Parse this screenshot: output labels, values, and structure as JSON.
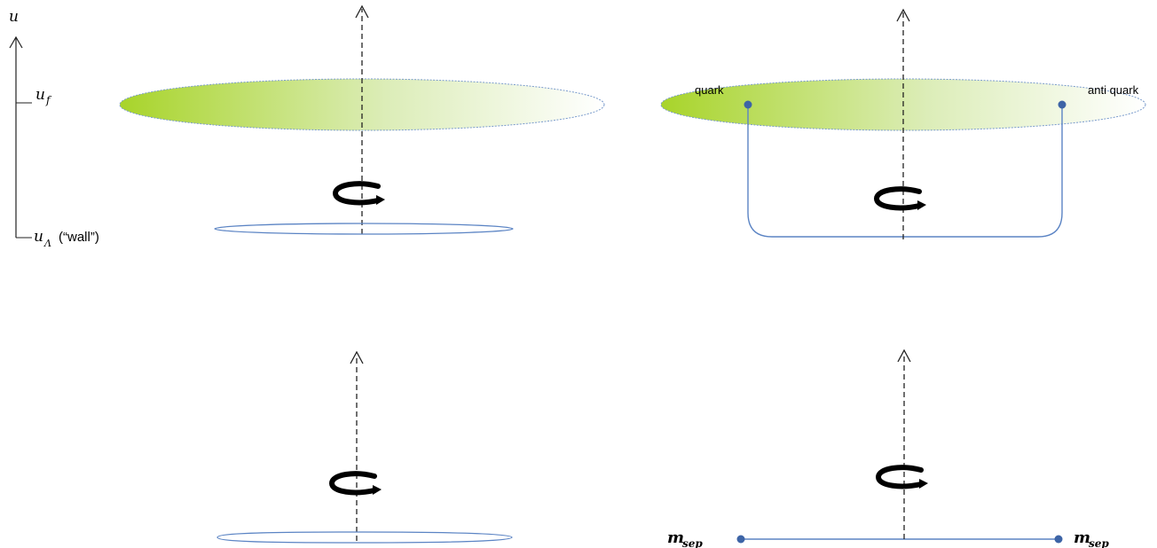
{
  "axis": {
    "variable": "u",
    "tick_top_label": "u",
    "tick_top_sub": "f",
    "tick_bottom_label": "u",
    "tick_bottom_sub": "Λ",
    "tick_bottom_note": "(“wall”)"
  },
  "labels": {
    "quark": "quark",
    "antiquark": "anti quark",
    "msep_main": "m",
    "msep_sub": "sep"
  },
  "colors": {
    "disk_green": "#a8d42a",
    "string_blue": "#5b84c4",
    "dot_blue": "#3d64a6",
    "dashed_axis": "#222222"
  },
  "icons": {
    "rotation": "rotation-arrow-icon",
    "arrowhead": "arrowhead-icon"
  }
}
